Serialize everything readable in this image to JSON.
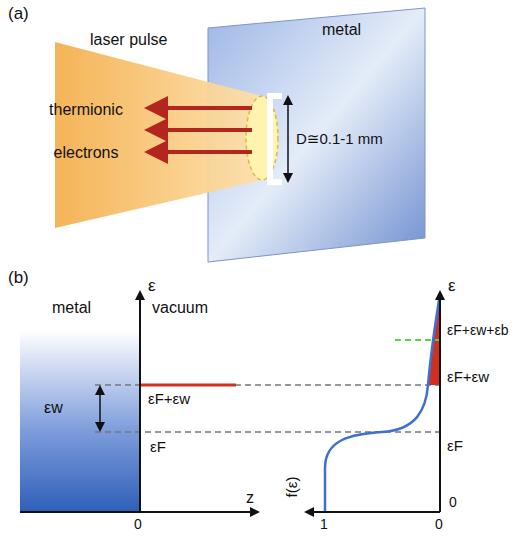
{
  "diagram": {
    "labels": [
      "(a)",
      "laser pulse",
      "metal",
      "thermionic electrons",
      "D≅0.1-1 mm",
      "(b)",
      "ε",
      "metal",
      "vacuum",
      "εw",
      "εF+εw",
      "εF",
      "0",
      "z",
      "ε",
      "εF+εw+εb",
      "εF+εw",
      "εF",
      "0",
      "1",
      "0",
      "f(ε)"
    ]
  }
}
